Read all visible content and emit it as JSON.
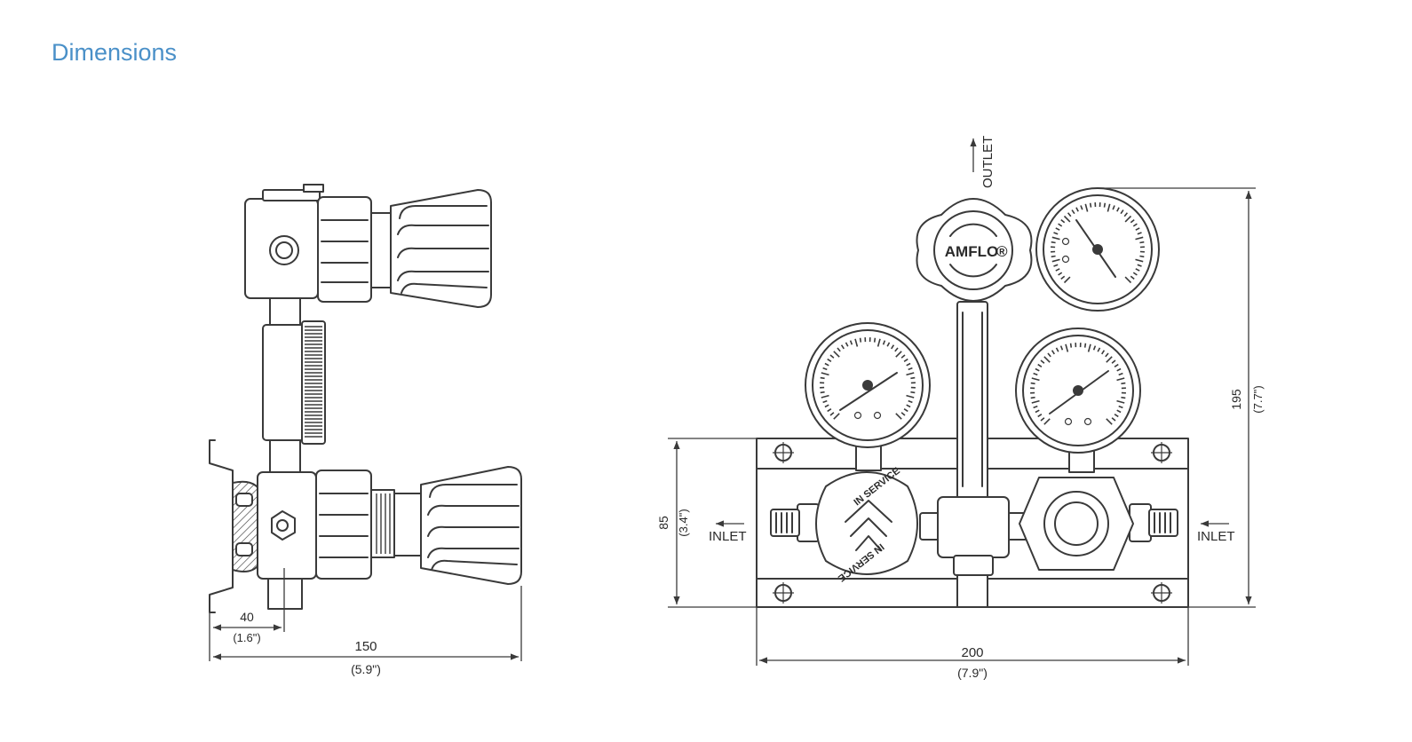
{
  "page": {
    "heading": "Dimensions",
    "heading_color": "#4a90c8"
  },
  "side_view": {
    "dim_panel_to_axis_mm": "40",
    "dim_panel_to_axis_in": "(1.6\")",
    "dim_depth_mm": "150",
    "dim_depth_in": "(5.9\")"
  },
  "front_view": {
    "outlet_label": "OUTLET",
    "inlet_left_label": "INLET",
    "inlet_right_label": "INLET",
    "handwheel_brand": "AMFLO",
    "valve_knob_text": "IN SERVICE",
    "dim_panel_height_mm": "85",
    "dim_panel_height_in": "(3.4\")",
    "dim_total_height_mm": "195",
    "dim_total_height_in": "(7.7\")",
    "dim_width_mm": "200",
    "dim_width_in": "(7.9\")"
  }
}
